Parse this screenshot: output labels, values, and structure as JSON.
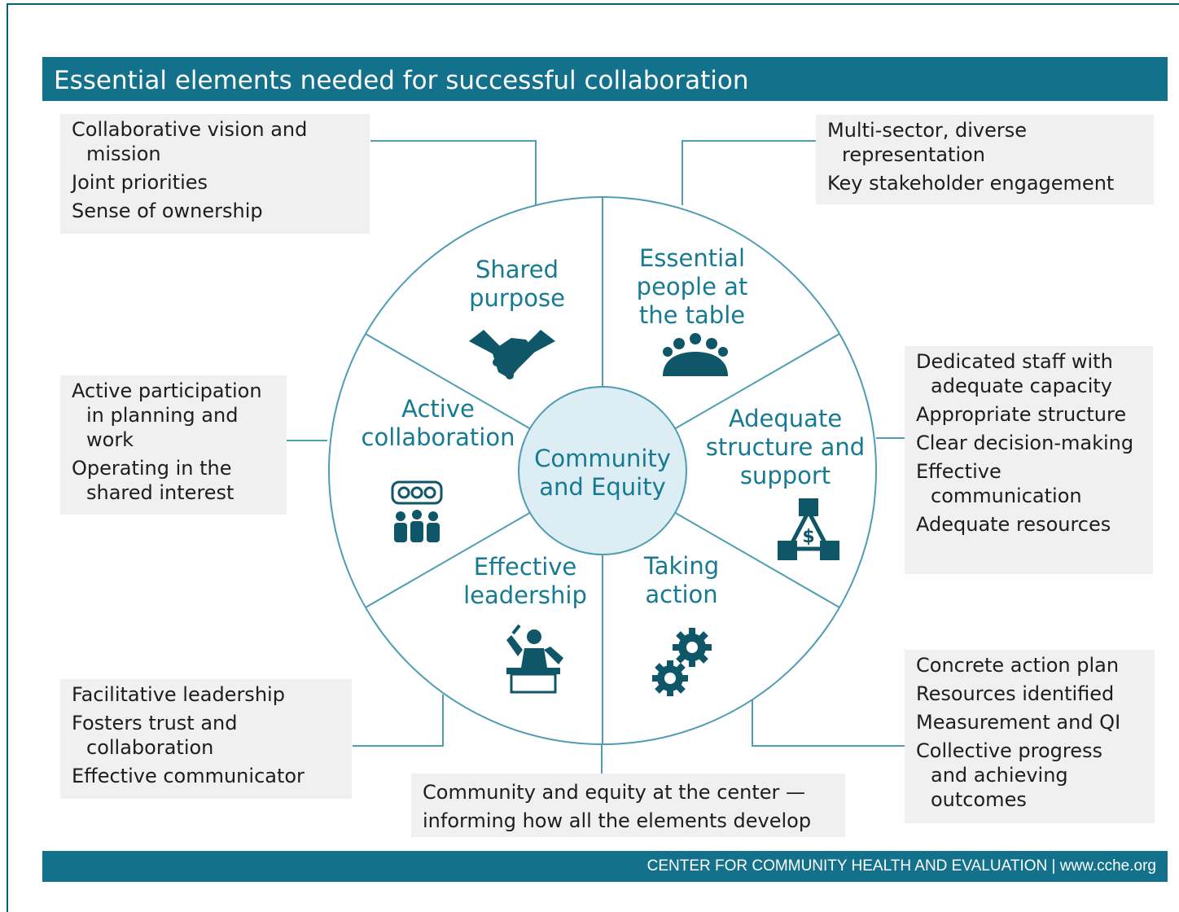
{
  "header": {
    "title": "Essential elements needed for successful collaboration"
  },
  "footer": {
    "text": "CENTER FOR COMMUNITY HEALTH AND EVALUATION | www.cche.org"
  },
  "colors": {
    "brand": "#13718c",
    "accent_text": "#177a93",
    "hub_fill": "#dcedf4",
    "box_fill": "#f0f0f0",
    "icon": "#0f5668"
  },
  "hub": {
    "lines": [
      "Community",
      "and Equity"
    ]
  },
  "segments": {
    "shared_purpose": {
      "lines": [
        "Shared",
        "purpose"
      ],
      "icon": "handshake-icon"
    },
    "essential_people": {
      "lines": [
        "Essential",
        "people at",
        "the table"
      ],
      "icon": "people-at-table-icon"
    },
    "adequate_structure": {
      "lines": [
        "Adequate",
        "structure and",
        "support"
      ],
      "icon": "dollar-structure-icon"
    },
    "taking_action": {
      "lines": [
        "Taking",
        "action"
      ],
      "icon": "gears-icon"
    },
    "effective_leadership": {
      "lines": [
        "Effective",
        "leadership"
      ],
      "icon": "leader-podium-icon"
    },
    "active_collaboration": {
      "lines": [
        "Active",
        "collaboration"
      ],
      "icon": "team-gears-icon"
    }
  },
  "boxes": {
    "shared_purpose": [
      "Collaborative vision and mission",
      "Joint priorities",
      "Sense of ownership"
    ],
    "essential_people": [
      "Multi-sector, diverse representation",
      "Key stakeholder engagement"
    ],
    "adequate_structure": [
      "Dedicated staff with adequate capacity",
      "Appropriate structure",
      "Clear decision-making",
      "Effective communication",
      "Adequate resources"
    ],
    "taking_action": [
      "Concrete action plan",
      "Resources identified",
      "Measurement and QI",
      "Collective progress and achieving outcomes"
    ],
    "effective_leadership": [
      "Facilitative leadership",
      "Fosters trust and collaboration",
      "Effective communicator"
    ],
    "active_collaboration": [
      "Active participation in planning and work",
      "Operating in the shared interest"
    ]
  },
  "center_note": {
    "lines": [
      "Community and equity at the center —",
      "informing how all the elements develop"
    ]
  }
}
